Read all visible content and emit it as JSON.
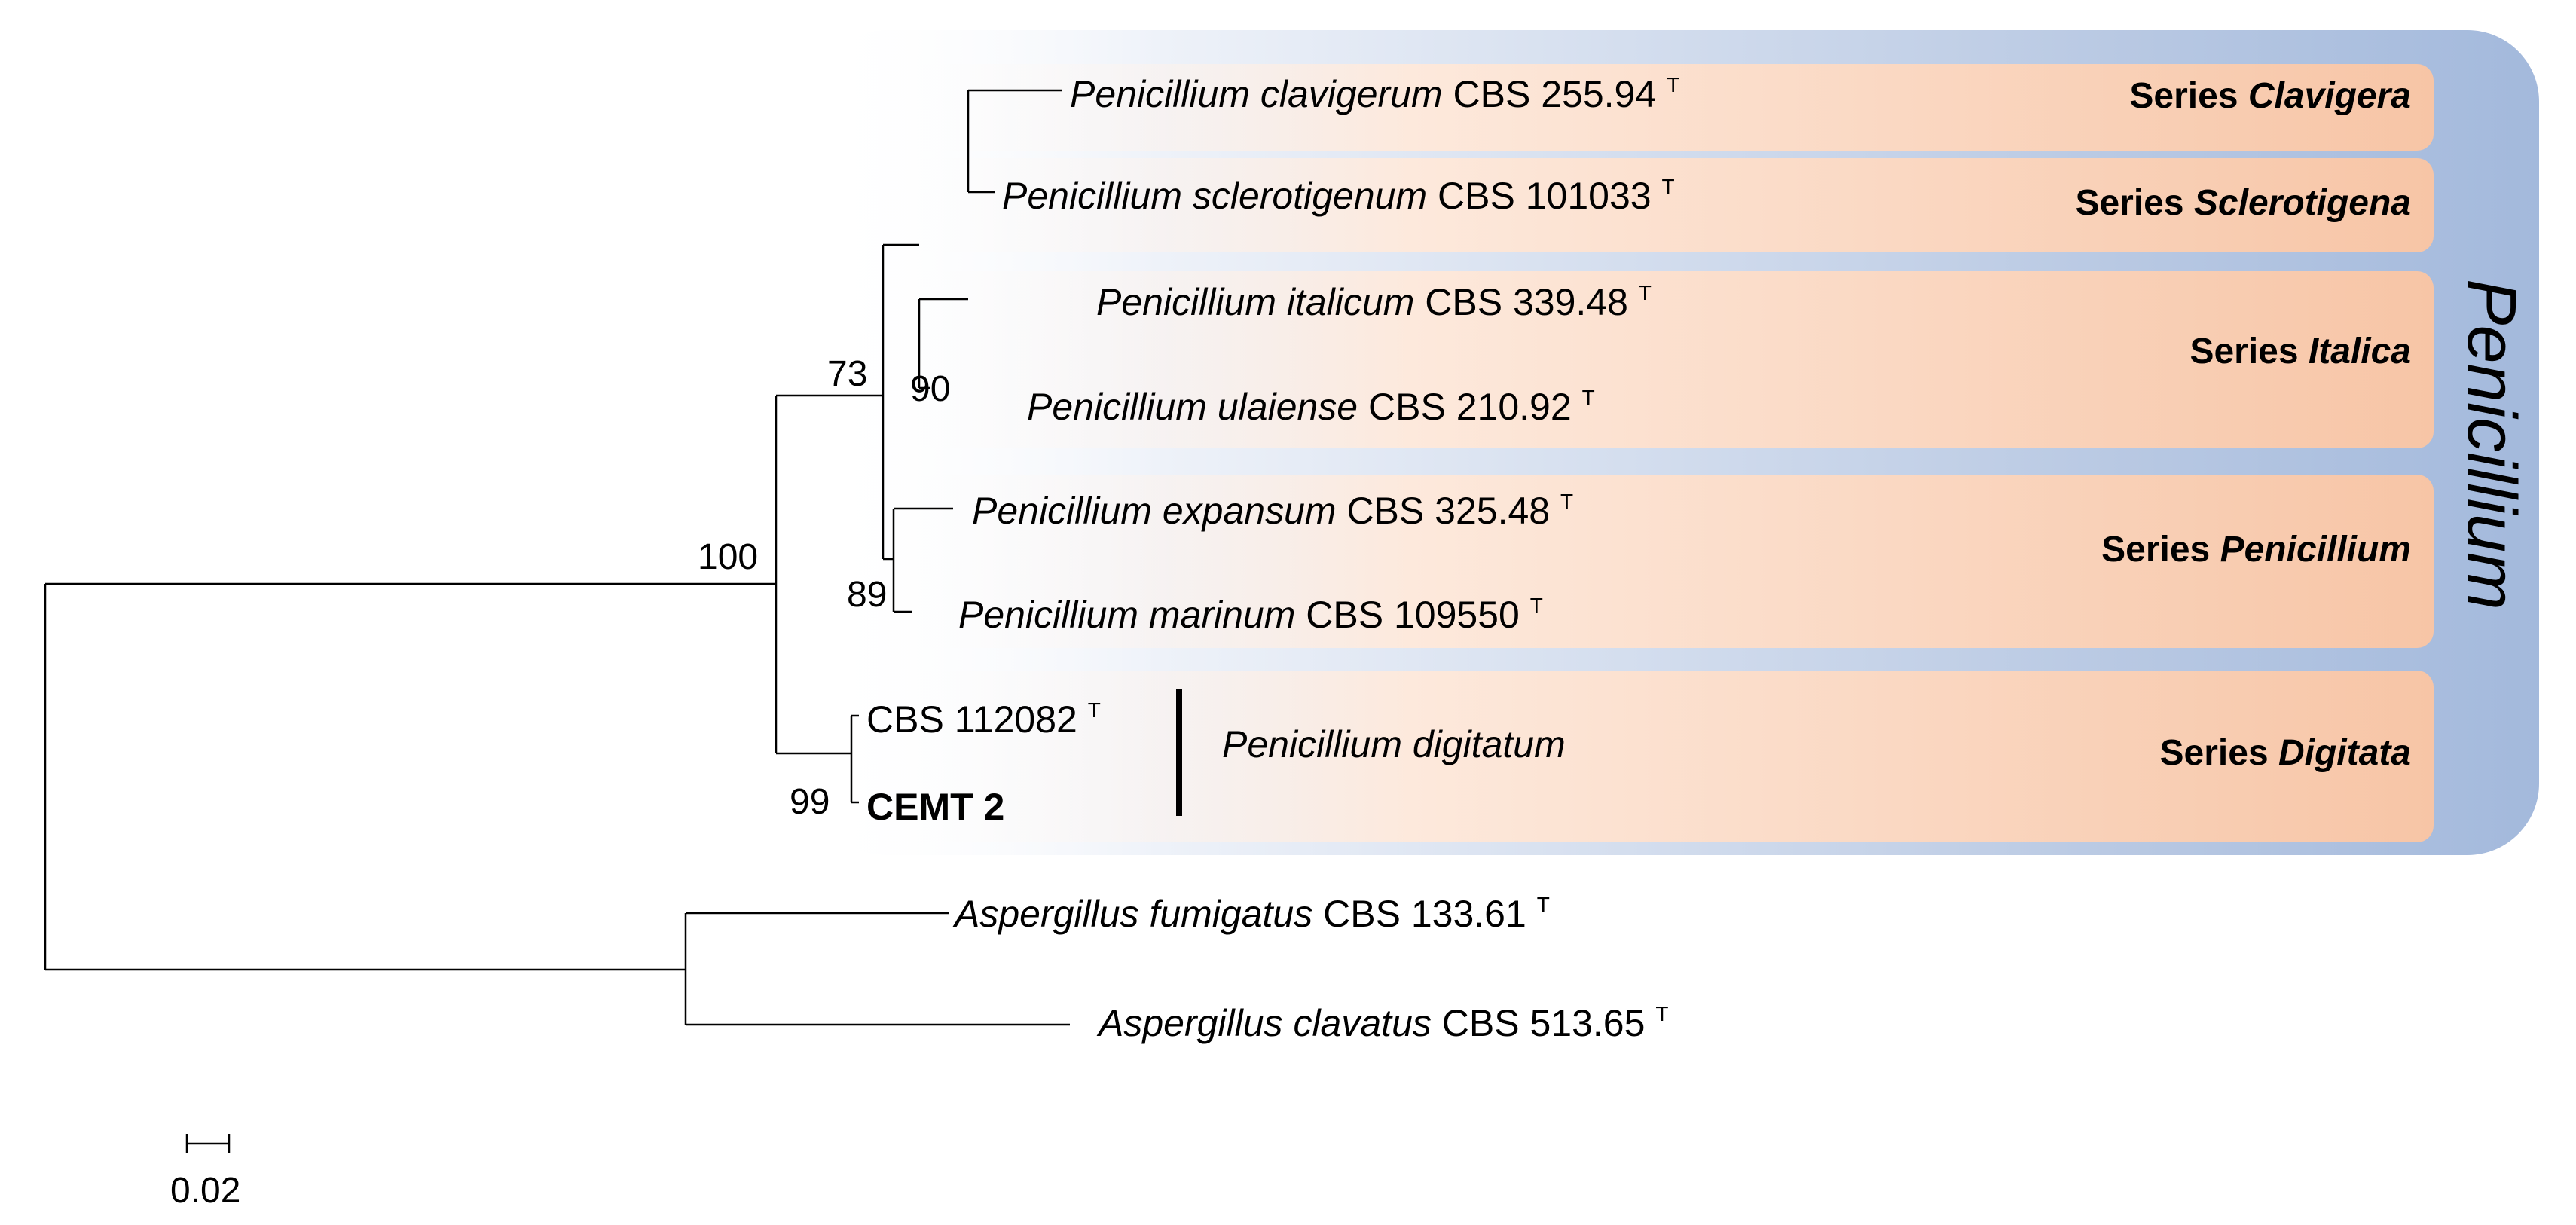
{
  "genus_label": "Penicillium",
  "series_labels": [
    {
      "prefix": "Series",
      "name": "Clavigera"
    },
    {
      "prefix": "Series",
      "name": "Sclerotigena"
    },
    {
      "prefix": "Series",
      "name": "Italica"
    },
    {
      "prefix": "Series",
      "name": "Penicillium"
    },
    {
      "prefix": "Series",
      "name": "Digitata"
    }
  ],
  "taxa": [
    {
      "species": "Penicillium clavigerum",
      "strain": "CBS 255.94",
      "mark": "T"
    },
    {
      "species": "Penicillium sclerotigenum",
      "strain": "CBS 101033",
      "mark": "T"
    },
    {
      "species": "Penicillium italicum",
      "strain": "CBS 339.48",
      "mark": "T"
    },
    {
      "species": "Penicillium ulaiense",
      "strain": "CBS 210.92",
      "mark": "T"
    },
    {
      "species": "Penicillium expansum",
      "strain": "CBS 325.48",
      "mark": "T"
    },
    {
      "species": "Penicillium marinum",
      "strain": "CBS 109550",
      "mark": "T"
    },
    {
      "species": "",
      "strain": "CBS 112082",
      "mark": "T"
    },
    {
      "species": "",
      "strain": "CEMT 2",
      "mark": ""
    },
    {
      "species": "Aspergillus fumigatus",
      "strain": "CBS 133.61",
      "mark": "T"
    },
    {
      "species": "Aspergillus clavatus",
      "strain": "CBS 513.65",
      "mark": "T"
    }
  ],
  "digitatum_label": "Penicillium digitatum",
  "bootstrap": {
    "n100": "100",
    "n73": "73",
    "n90": "90",
    "n89": "89",
    "n99": "99"
  },
  "scale_bar": {
    "label": "0.02"
  },
  "colors": {
    "series_box": "#f7c7a8",
    "genus_band": "#a3b9dc"
  }
}
